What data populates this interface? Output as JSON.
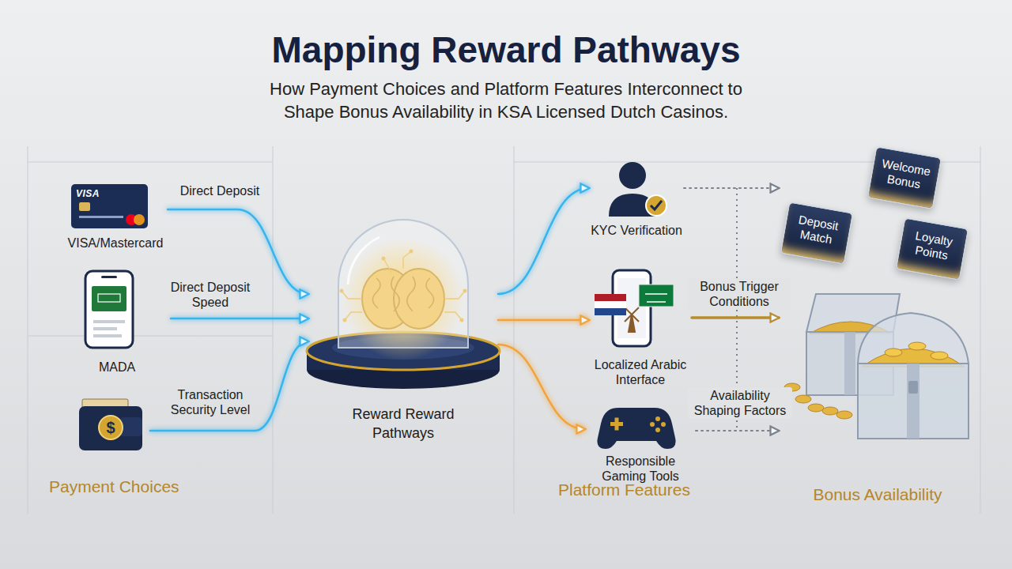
{
  "diagram": {
    "title": "Mapping Reward Pathways",
    "caption": "How Payment Choices and Platform Features Interconnect to Shape Bonus Availability in KSA Licensed Dutch Casinos.",
    "nodes": [
      {
        "text": [
          "VISA/Mastercard"
        ]
      },
      {
        "text": [
          "MADA"
        ]
      },
      {
        "text": [
          "$"
        ]
      },
      {
        "text": [
          "Reward Reward Pathways"
        ]
      },
      {
        "text": [
          "KYC Verification"
        ]
      },
      {
        "text": [
          "Localized Arabic Interface"
        ]
      },
      {
        "text": [
          "Responsible Gaming Tools"
        ]
      },
      {
        "text": [
          "Bonus Availability"
        ]
      },
      {
        "text": [
          "Welcome Bonus"
        ]
      },
      {
        "text": [
          "Deposit Match"
        ]
      },
      {
        "text": [
          "Loyalty Points"
        ]
      }
    ],
    "edges": [
      {
        "from": 0,
        "to": 3,
        "label": "Direct Deposit",
        "arrow": "to"
      },
      {
        "from": 1,
        "to": 3,
        "label": "Direct Deposit Speed",
        "arrow": "to"
      },
      {
        "from": 2,
        "to": 3,
        "label": "Transaction Security Level",
        "arrow": "to"
      },
      {
        "from": 3,
        "to": 4,
        "arrow": "to"
      },
      {
        "from": 3,
        "to": 5,
        "arrow": "to"
      },
      {
        "from": 3,
        "to": 6,
        "arrow": "to"
      },
      {
        "from": 5,
        "to": 7,
        "label": "Bonus Trigger Conditions",
        "arrow": "to"
      },
      {
        "from": 4,
        "to": 7,
        "arrow": "to"
      },
      {
        "from": 6,
        "to": 7,
        "arrow": "to"
      }
    ],
    "labels": [
      "VISA",
      "Availability Shaping Factors",
      "Payment Choices",
      "Platform Features"
    ]
  }
}
